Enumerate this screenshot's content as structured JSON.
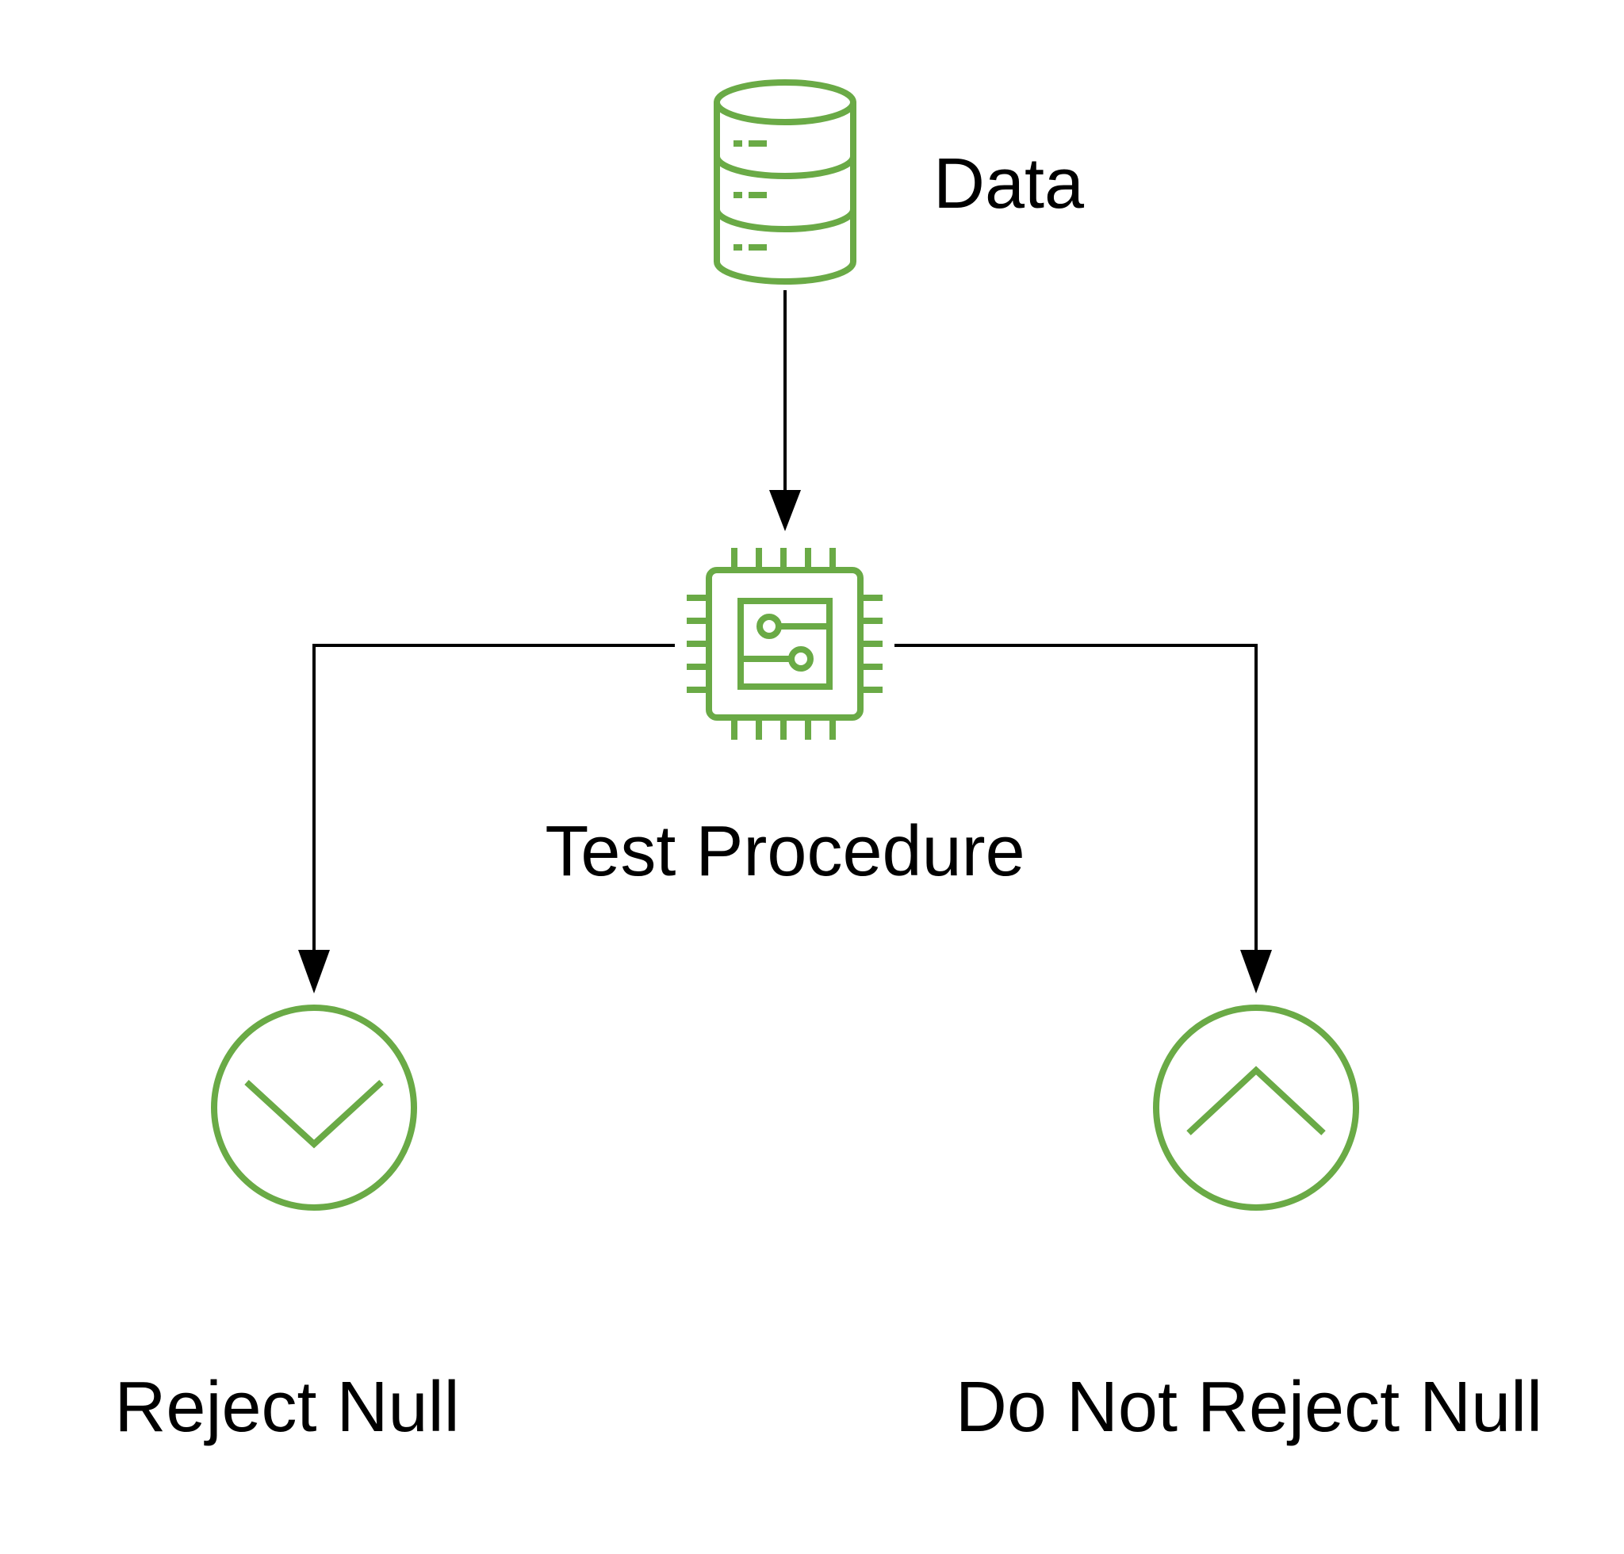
{
  "colors": {
    "accent": "#6aaa46",
    "line": "#000000",
    "background": "#ffffff",
    "text": "#000000"
  },
  "nodes": {
    "data": {
      "label": "Data",
      "icon": "database-icon"
    },
    "test_procedure": {
      "label": "Test Procedure",
      "icon": "chip-icon"
    },
    "reject": {
      "label": "Reject Null",
      "icon": "chevron-down-circle-icon"
    },
    "not_reject": {
      "label": "Do Not Reject Null",
      "icon": "chevron-up-circle-icon"
    }
  }
}
